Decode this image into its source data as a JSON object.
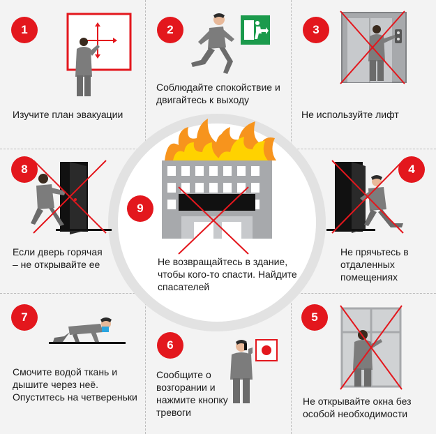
{
  "colors": {
    "accent_red": "#e3171d",
    "suit_gray": "#7c7c7c",
    "door_black": "#111111",
    "exit_green": "#1b9a4c",
    "flame_orange": "#f7941d",
    "flame_yellow": "#ffd200"
  },
  "steps": [
    {
      "number": "1",
      "text": "Изучите план эвакуации",
      "icon": "evacuation-plan-icon"
    },
    {
      "number": "2",
      "text": "Соблюдайте спокойствие и двигайтесь к выходу",
      "icon": "exit-sign-icon"
    },
    {
      "number": "3",
      "text": "Не используйте лифт",
      "icon": "elevator-icon"
    },
    {
      "number": "4",
      "text": "Не прячьтесь в отдаленных помещениях",
      "icon": "hiding-behind-door-icon"
    },
    {
      "number": "5",
      "text": "Не открывайте окна без особой необходимости",
      "icon": "window-icon"
    },
    {
      "number": "6",
      "text": "Сообщите о возгорании и нажмите кнопку тревоги",
      "icon": "alarm-button-icon"
    },
    {
      "number": "7",
      "text": "Смочите водой ткань и дышите через неё. Опуститесь на четвереньки",
      "icon": "crawling-person-icon"
    },
    {
      "number": "8",
      "text": "Если дверь горячая – не открывайте ее",
      "icon": "hot-door-icon"
    },
    {
      "number": "9",
      "text": "Не возвращайтесь в здание, чтобы кого-то спасти. Найдите спасателей",
      "icon": "burning-building-icon"
    }
  ]
}
